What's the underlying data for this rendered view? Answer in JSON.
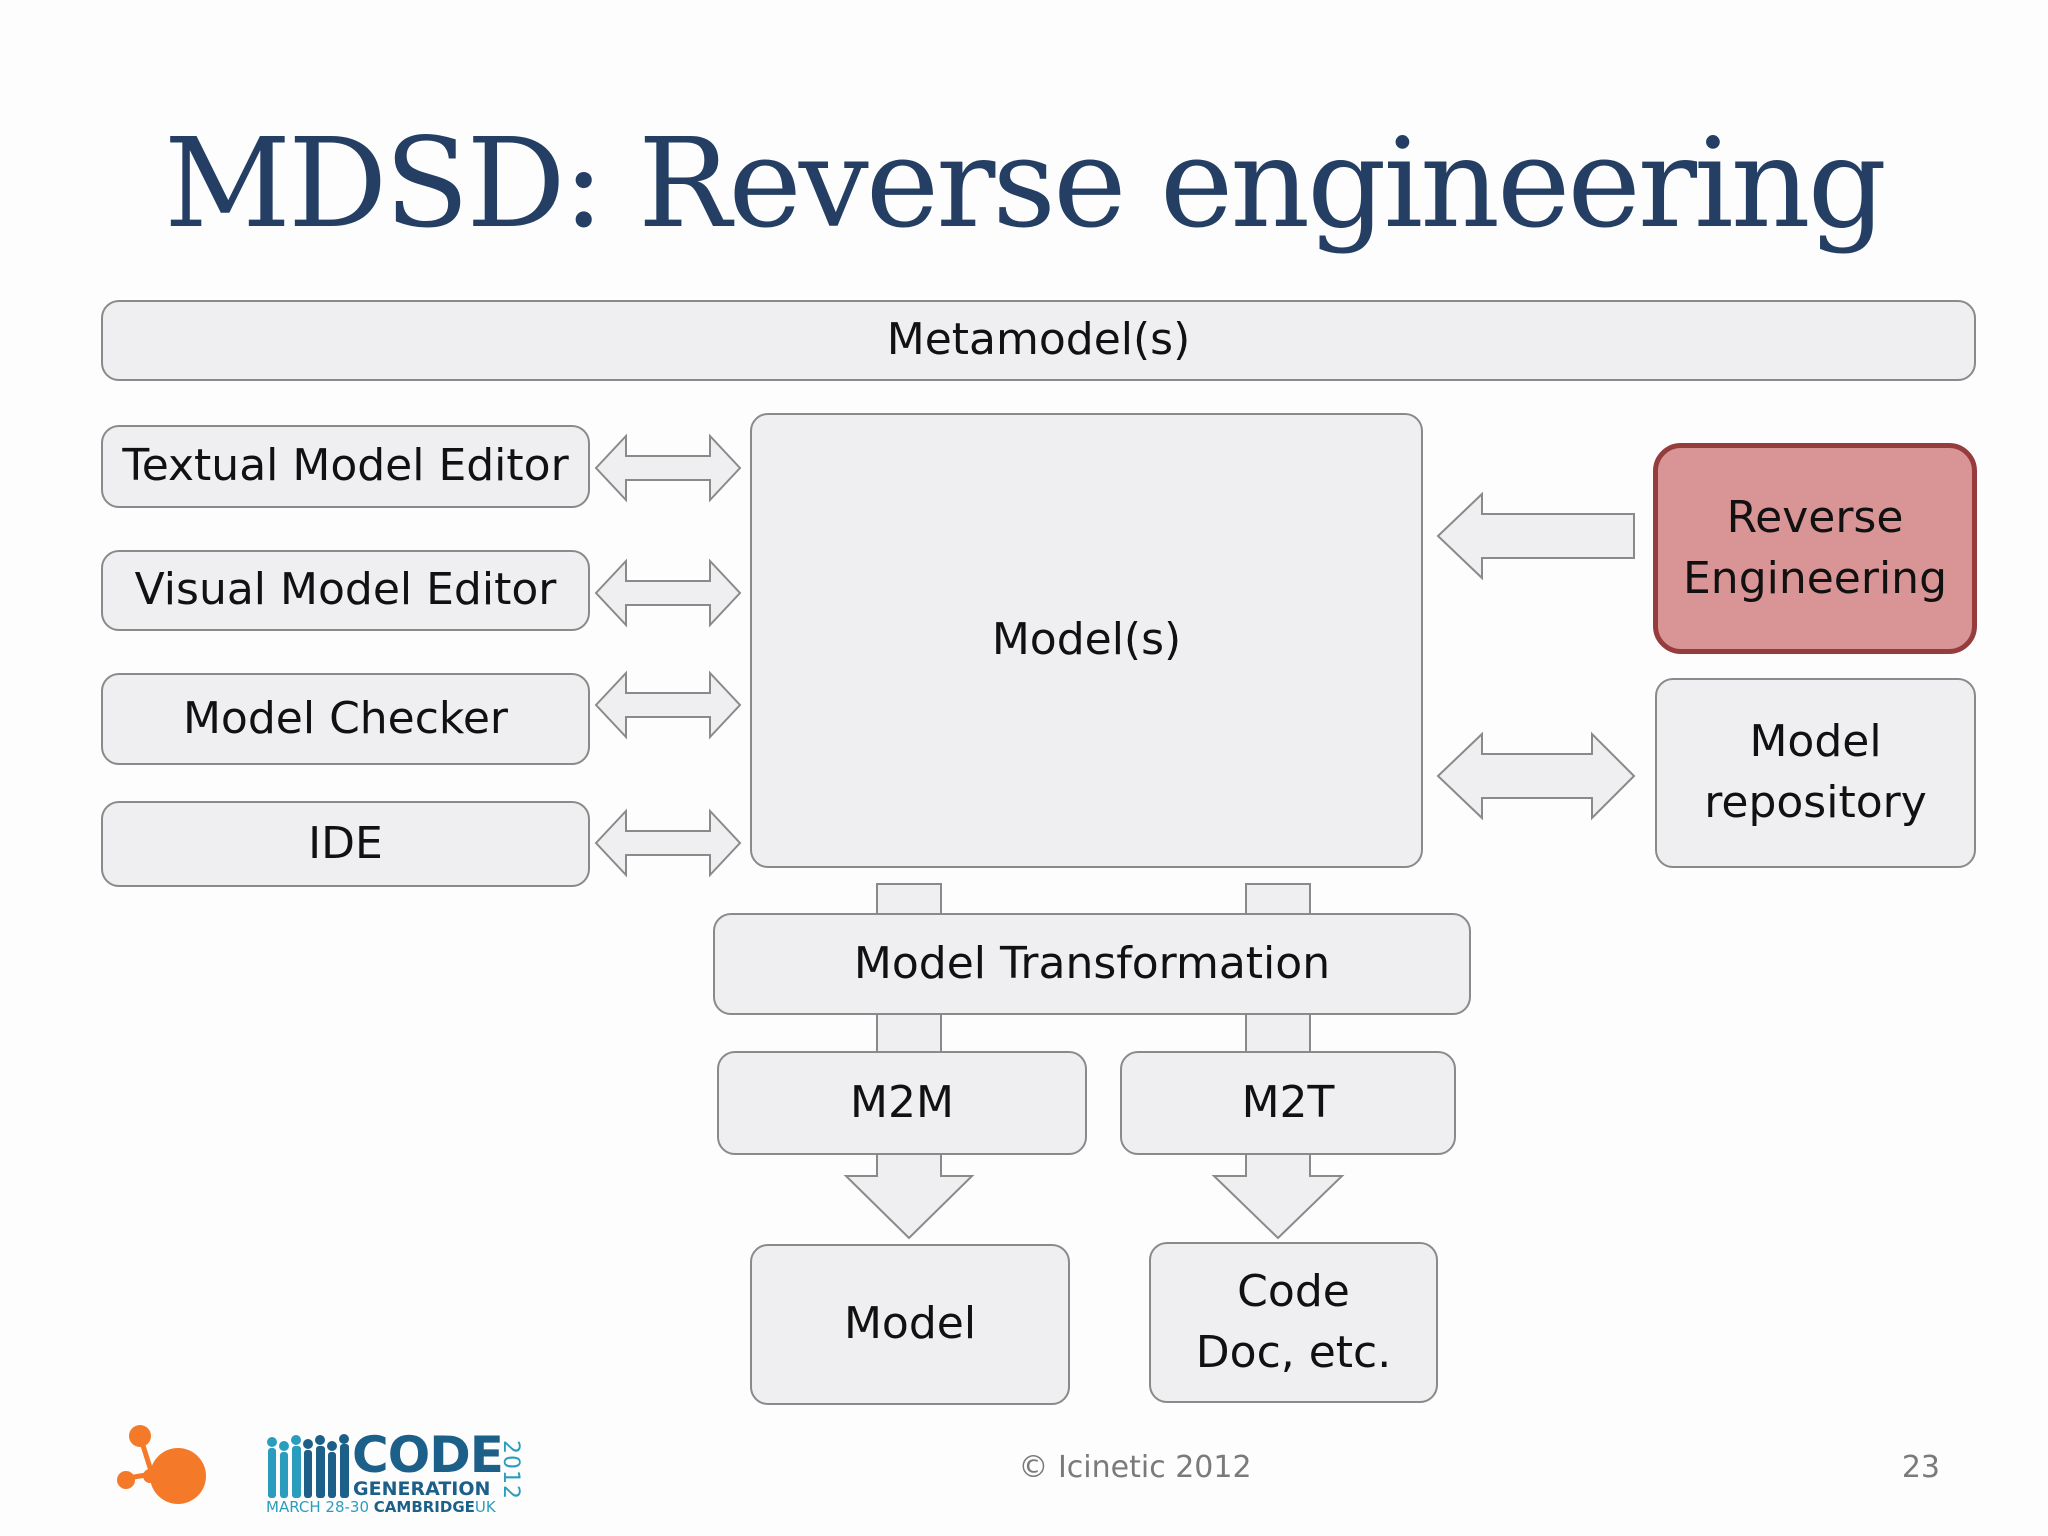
{
  "title": "MDSD: Reverse engineering",
  "boxes": {
    "metamodel": "Metamodel(s)",
    "textual_editor": "Textual Model Editor",
    "visual_editor": "Visual Model Editor",
    "model_checker": "Model Checker",
    "ide": "IDE",
    "models": "Model(s)",
    "reverse_engineering": "Reverse Engineering",
    "model_repository": "Model repository",
    "model_transformation": "Model Transformation",
    "m2m": "M2M",
    "m2t": "M2T",
    "model_output": "Model",
    "code_output_line1": "Code",
    "code_output_line2": "Doc, etc."
  },
  "footer": {
    "copyright": "© Icinetic 2012",
    "page_number": "23"
  },
  "logo": {
    "code": "CODE",
    "generation": "GENERATION",
    "year": "2012",
    "dates": "MARCH 28-30",
    "city": "CAMBRIDGE",
    "country": "UK"
  },
  "colors": {
    "title": "#243f63",
    "box_fill": "#efeff2",
    "highlight_fill": "#d99595",
    "highlight_border": "#963c3c",
    "logo_orange": "#f47a2a",
    "logo_blue": "#1c5f88"
  }
}
